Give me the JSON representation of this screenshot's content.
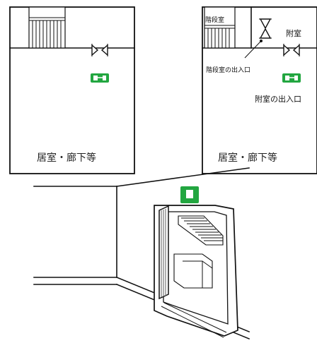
{
  "diagrams": {
    "left_plan": {
      "room_label": "居室・廊下等"
    },
    "right_plan": {
      "corner_label": "階段室",
      "anteroom_label": "附室",
      "stair_entrance_label": "階段室の出入口",
      "anteroom_entrance_label": "附室の出入口",
      "room_label": "居室・廊下等"
    }
  },
  "colors": {
    "sign_green": "#22a640",
    "line": "#111111",
    "background": "#ffffff"
  },
  "icons": [
    "stair-icon",
    "door-icon",
    "exit-sign-icon",
    "exit-doorway-illustration"
  ]
}
